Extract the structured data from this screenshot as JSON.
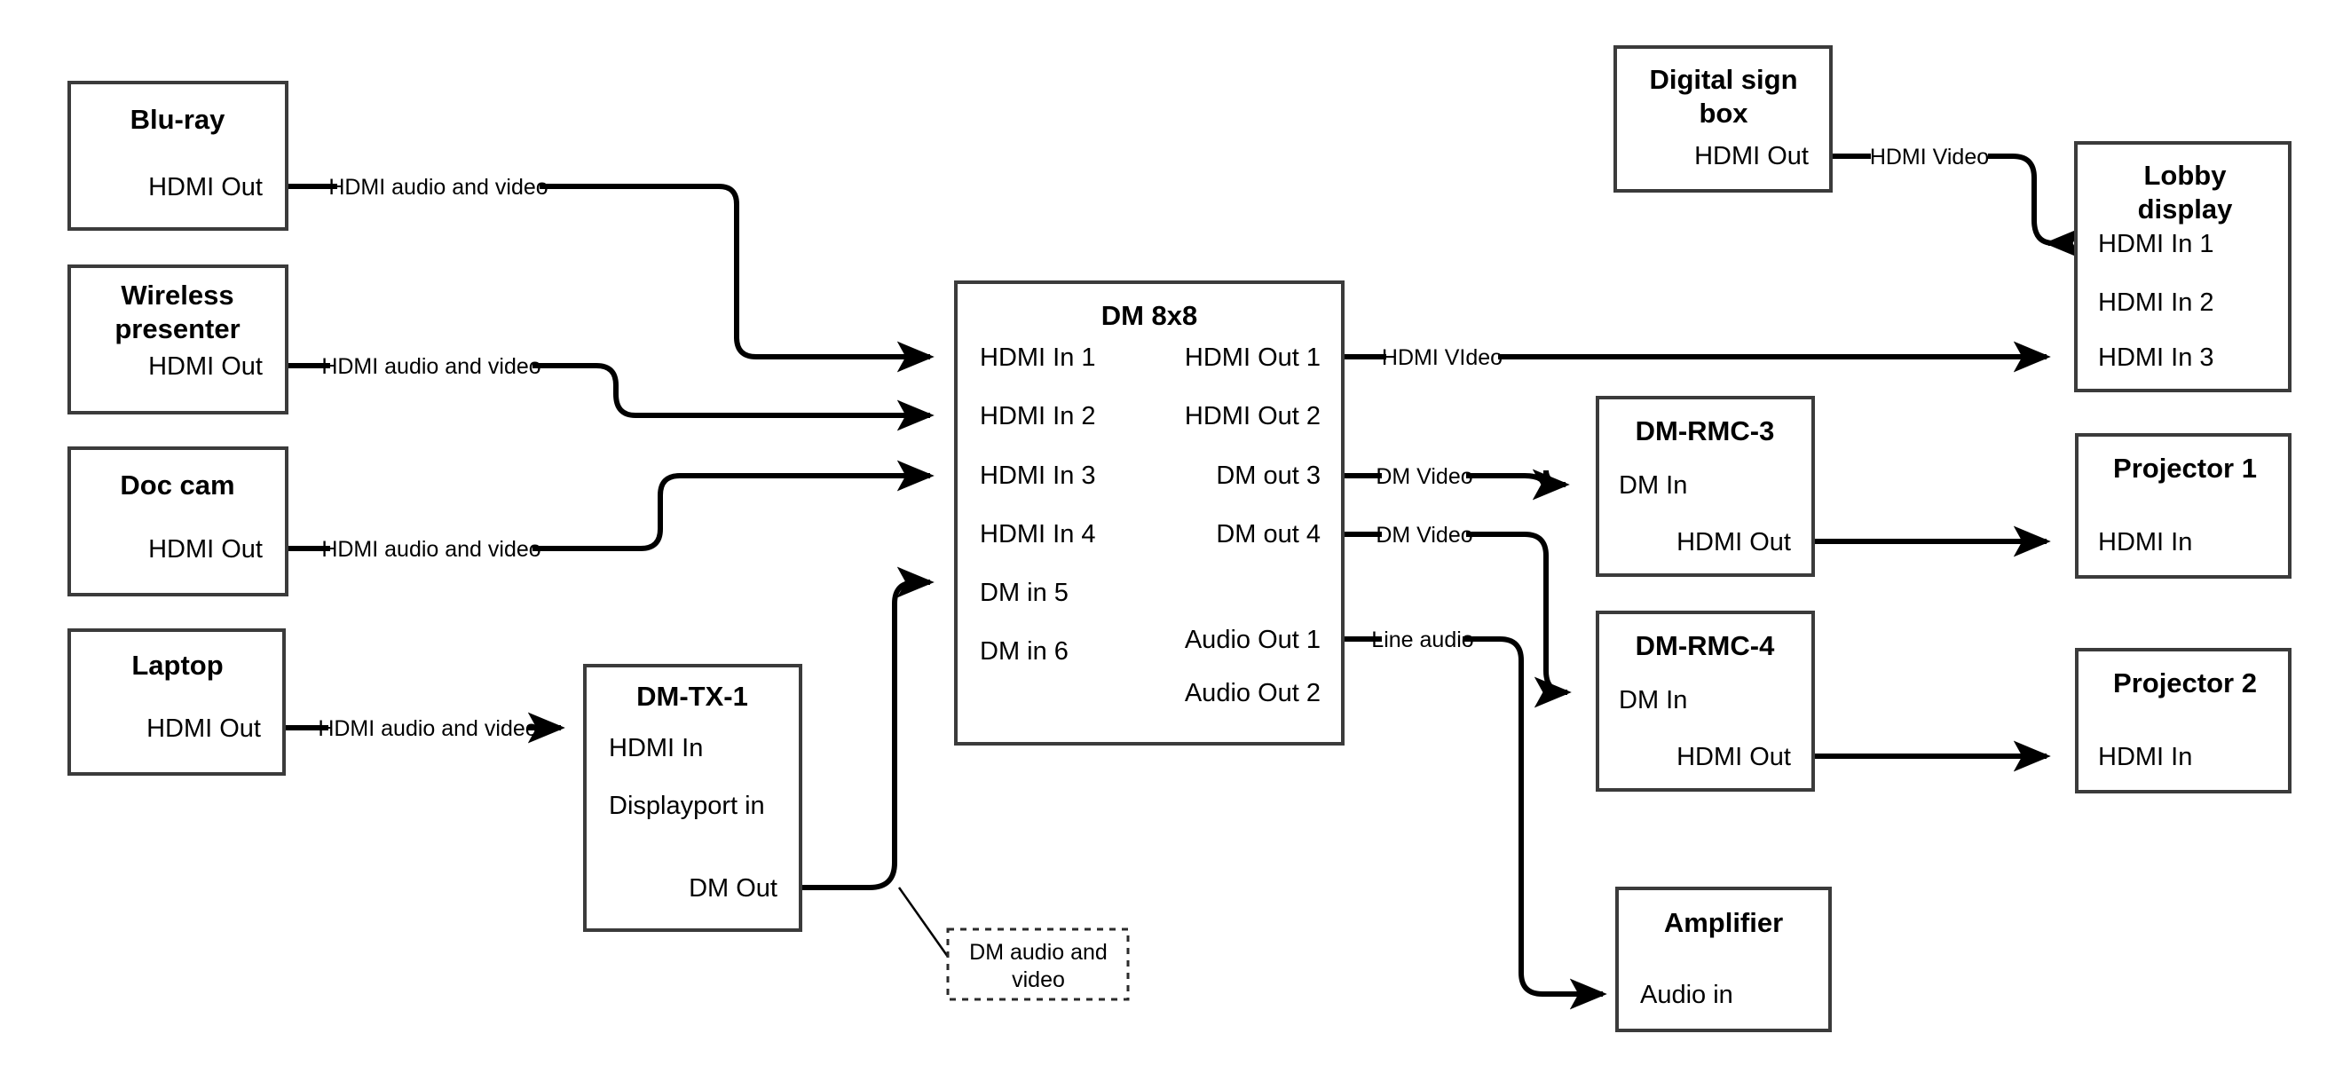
{
  "diagram": {
    "title": "AV signal flow diagram",
    "colors": {
      "box_border": "#3b3b3b",
      "wire": "#000000",
      "background": "#ffffff",
      "callout_border": "#2b2b2b"
    },
    "nodes": [
      {
        "id": "blu-ray",
        "title": "Blu-ray",
        "ports": [
          "HDMI Out"
        ]
      },
      {
        "id": "wireless-presenter",
        "title": "Wireless presenter",
        "title_lines": [
          "Wireless",
          "presenter"
        ],
        "ports": [
          "HDMI Out"
        ]
      },
      {
        "id": "doc-cam",
        "title": "Doc cam",
        "ports": [
          "HDMI Out"
        ]
      },
      {
        "id": "laptop",
        "title": "Laptop",
        "ports": [
          "HDMI Out"
        ]
      },
      {
        "id": "dm-tx-1",
        "title": "DM-TX-1",
        "ports": [
          "HDMI In",
          "Displayport in",
          "DM Out"
        ]
      },
      {
        "id": "dm-8x8",
        "title": "DM 8x8",
        "inputs": [
          "HDMI In 1",
          "HDMI In 2",
          "HDMI In 3",
          "HDMI In 4",
          "DM in 5",
          "DM in 6"
        ],
        "outputs": [
          "HDMI Out 1",
          "HDMI Out 2",
          "DM out 3",
          "DM out 4",
          "Audio Out 1",
          "Audio Out 2"
        ]
      },
      {
        "id": "digital-sign-box",
        "title": "Digital sign box",
        "title_lines": [
          "Digital sign",
          "box"
        ],
        "ports": [
          "HDMI Out"
        ]
      },
      {
        "id": "lobby-display",
        "title": "Lobby display",
        "title_lines": [
          "Lobby",
          "display"
        ],
        "ports": [
          "HDMI In 1",
          "HDMI In 2",
          "HDMI In 3"
        ]
      },
      {
        "id": "dm-rmc-3",
        "title": "DM-RMC-3",
        "ports": [
          "DM In",
          "HDMI Out"
        ]
      },
      {
        "id": "dm-rmc-4",
        "title": "DM-RMC-4",
        "ports": [
          "DM In",
          "HDMI Out"
        ]
      },
      {
        "id": "projector-1",
        "title": "Projector 1",
        "ports": [
          "HDMI In"
        ]
      },
      {
        "id": "projector-2",
        "title": "Projector 2",
        "ports": [
          "HDMI In"
        ]
      },
      {
        "id": "amplifier",
        "title": "Amplifier",
        "ports": [
          "Audio in"
        ]
      }
    ],
    "edges": [
      {
        "id": "blu-ray-to-dm",
        "from": "blu-ray.HDMI Out",
        "to": "dm-8x8.HDMI In 1",
        "label": "HDMI audio and video"
      },
      {
        "id": "wireless-to-dm",
        "from": "wireless-presenter.HDMI Out",
        "to": "dm-8x8.HDMI In 2",
        "label": "HDMI audio and video"
      },
      {
        "id": "doccam-to-dm",
        "from": "doc-cam.HDMI Out",
        "to": "dm-8x8.HDMI In 3",
        "label": "HDMI audio and video"
      },
      {
        "id": "laptop-to-tx",
        "from": "laptop.HDMI Out",
        "to": "dm-tx-1.HDMI In",
        "label": "HDMI audio and video"
      },
      {
        "id": "tx-to-dm",
        "from": "dm-tx-1.DM Out",
        "to": "dm-8x8.DM in 5",
        "label": "DM audio and video",
        "label_style": "callout"
      },
      {
        "id": "dm-to-lobby",
        "from": "dm-8x8.HDMI Out 1",
        "to": "lobby-display.HDMI In 3",
        "label": "HDMI VIdeo"
      },
      {
        "id": "sign-to-lobby",
        "from": "digital-sign-box.HDMI Out",
        "to": "lobby-display.HDMI In 1",
        "label": "HDMI Video"
      },
      {
        "id": "dm-to-rmc3",
        "from": "dm-8x8.DM out 3",
        "to": "dm-rmc-3.DM In",
        "label": "DM Video"
      },
      {
        "id": "dm-to-rmc4",
        "from": "dm-8x8.DM out 4",
        "to": "dm-rmc-4.DM In",
        "label": "DM Video"
      },
      {
        "id": "dm-to-amp",
        "from": "dm-8x8.Audio Out 1",
        "to": "amplifier.Audio in",
        "label": "Line audio"
      },
      {
        "id": "rmc3-to-proj1",
        "from": "dm-rmc-3.HDMI Out",
        "to": "projector-1.HDMI In",
        "label": ""
      },
      {
        "id": "rmc4-to-proj2",
        "from": "dm-rmc-4.HDMI Out",
        "to": "projector-2.HDMI In",
        "label": ""
      }
    ],
    "callouts": [
      {
        "id": "dm-audio-video-callout",
        "lines": [
          "DM audio and",
          "video"
        ]
      }
    ],
    "labels": {
      "hdmi_av": "HDMI audio and video",
      "hdmi_video_typo": "HDMI VIdeo",
      "hdmi_video": "HDMI Video",
      "dm_video": "DM Video",
      "line_audio": "Line audio"
    }
  }
}
